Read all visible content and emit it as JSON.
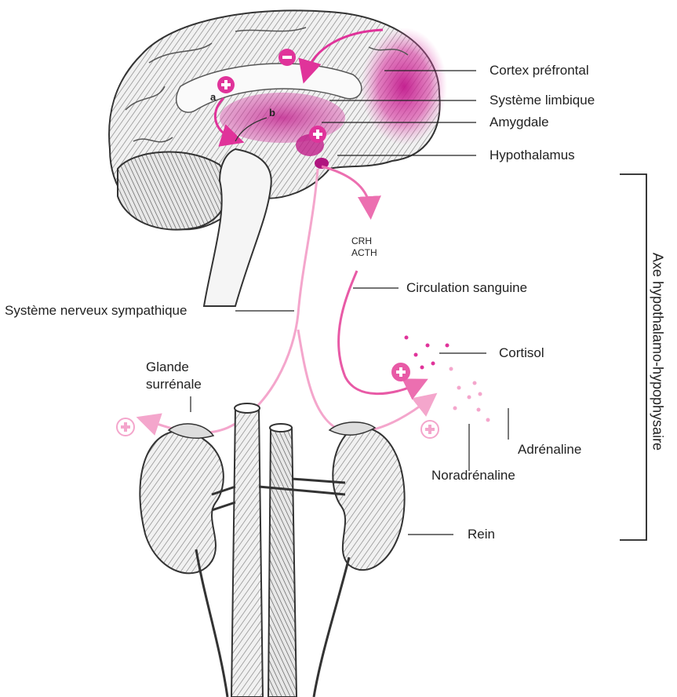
{
  "labels": {
    "cortex": "Cortex préfrontal",
    "limbic": "Système limbique",
    "amygdala": "Amygdale",
    "hypothalamus": "Hypothalamus",
    "crh": "CRH",
    "acth": "ACTH",
    "blood": "Circulation sanguine",
    "sympathetic": "Système nerveux sympathique",
    "gland_line1": "Glande",
    "gland_line2": "surrénale",
    "cortisol": "Cortisol",
    "adrenaline": "Adrénaline",
    "noradrenaline": "Noradrénaline",
    "kidney": "Rein",
    "axis": "Axe hypothalamo-hypophysaire",
    "tag_a": "a",
    "tag_b": "b"
  },
  "colors": {
    "magenta": "#e0339a",
    "light_pink": "#f4a6cc",
    "mid_pink": "#ec6fb0",
    "ink": "#222222",
    "brain_fill": "#eeeeee"
  }
}
